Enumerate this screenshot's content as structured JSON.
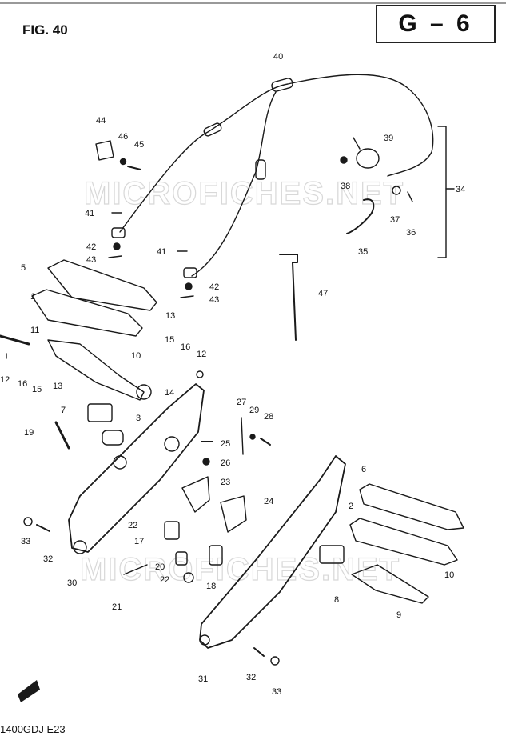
{
  "figure": {
    "title": "FIG. 40",
    "code": "G – 6",
    "model": "1400GDJ E23"
  },
  "watermark": {
    "text": "MICROFICHES.NET"
  },
  "callouts": [
    "1",
    "2",
    "3",
    "5",
    "6",
    "7",
    "8",
    "9",
    "10",
    "10",
    "11",
    "12",
    "12",
    "13",
    "13",
    "14",
    "15",
    "15",
    "16",
    "16",
    "17",
    "18",
    "19",
    "20",
    "21",
    "22",
    "22",
    "23",
    "24",
    "25",
    "26",
    "27",
    "28",
    "29",
    "30",
    "31",
    "32",
    "32",
    "33",
    "33",
    "34",
    "35",
    "36",
    "37",
    "38",
    "39",
    "40",
    "41",
    "41",
    "42",
    "42",
    "43",
    "43",
    "44",
    "45",
    "46",
    "47"
  ],
  "colors": {
    "ink": "#1a1a1a",
    "paper": "#ffffff",
    "watermark": "#d8d8d8"
  },
  "icons": {
    "front_arrow": "front-arrow-icon"
  }
}
